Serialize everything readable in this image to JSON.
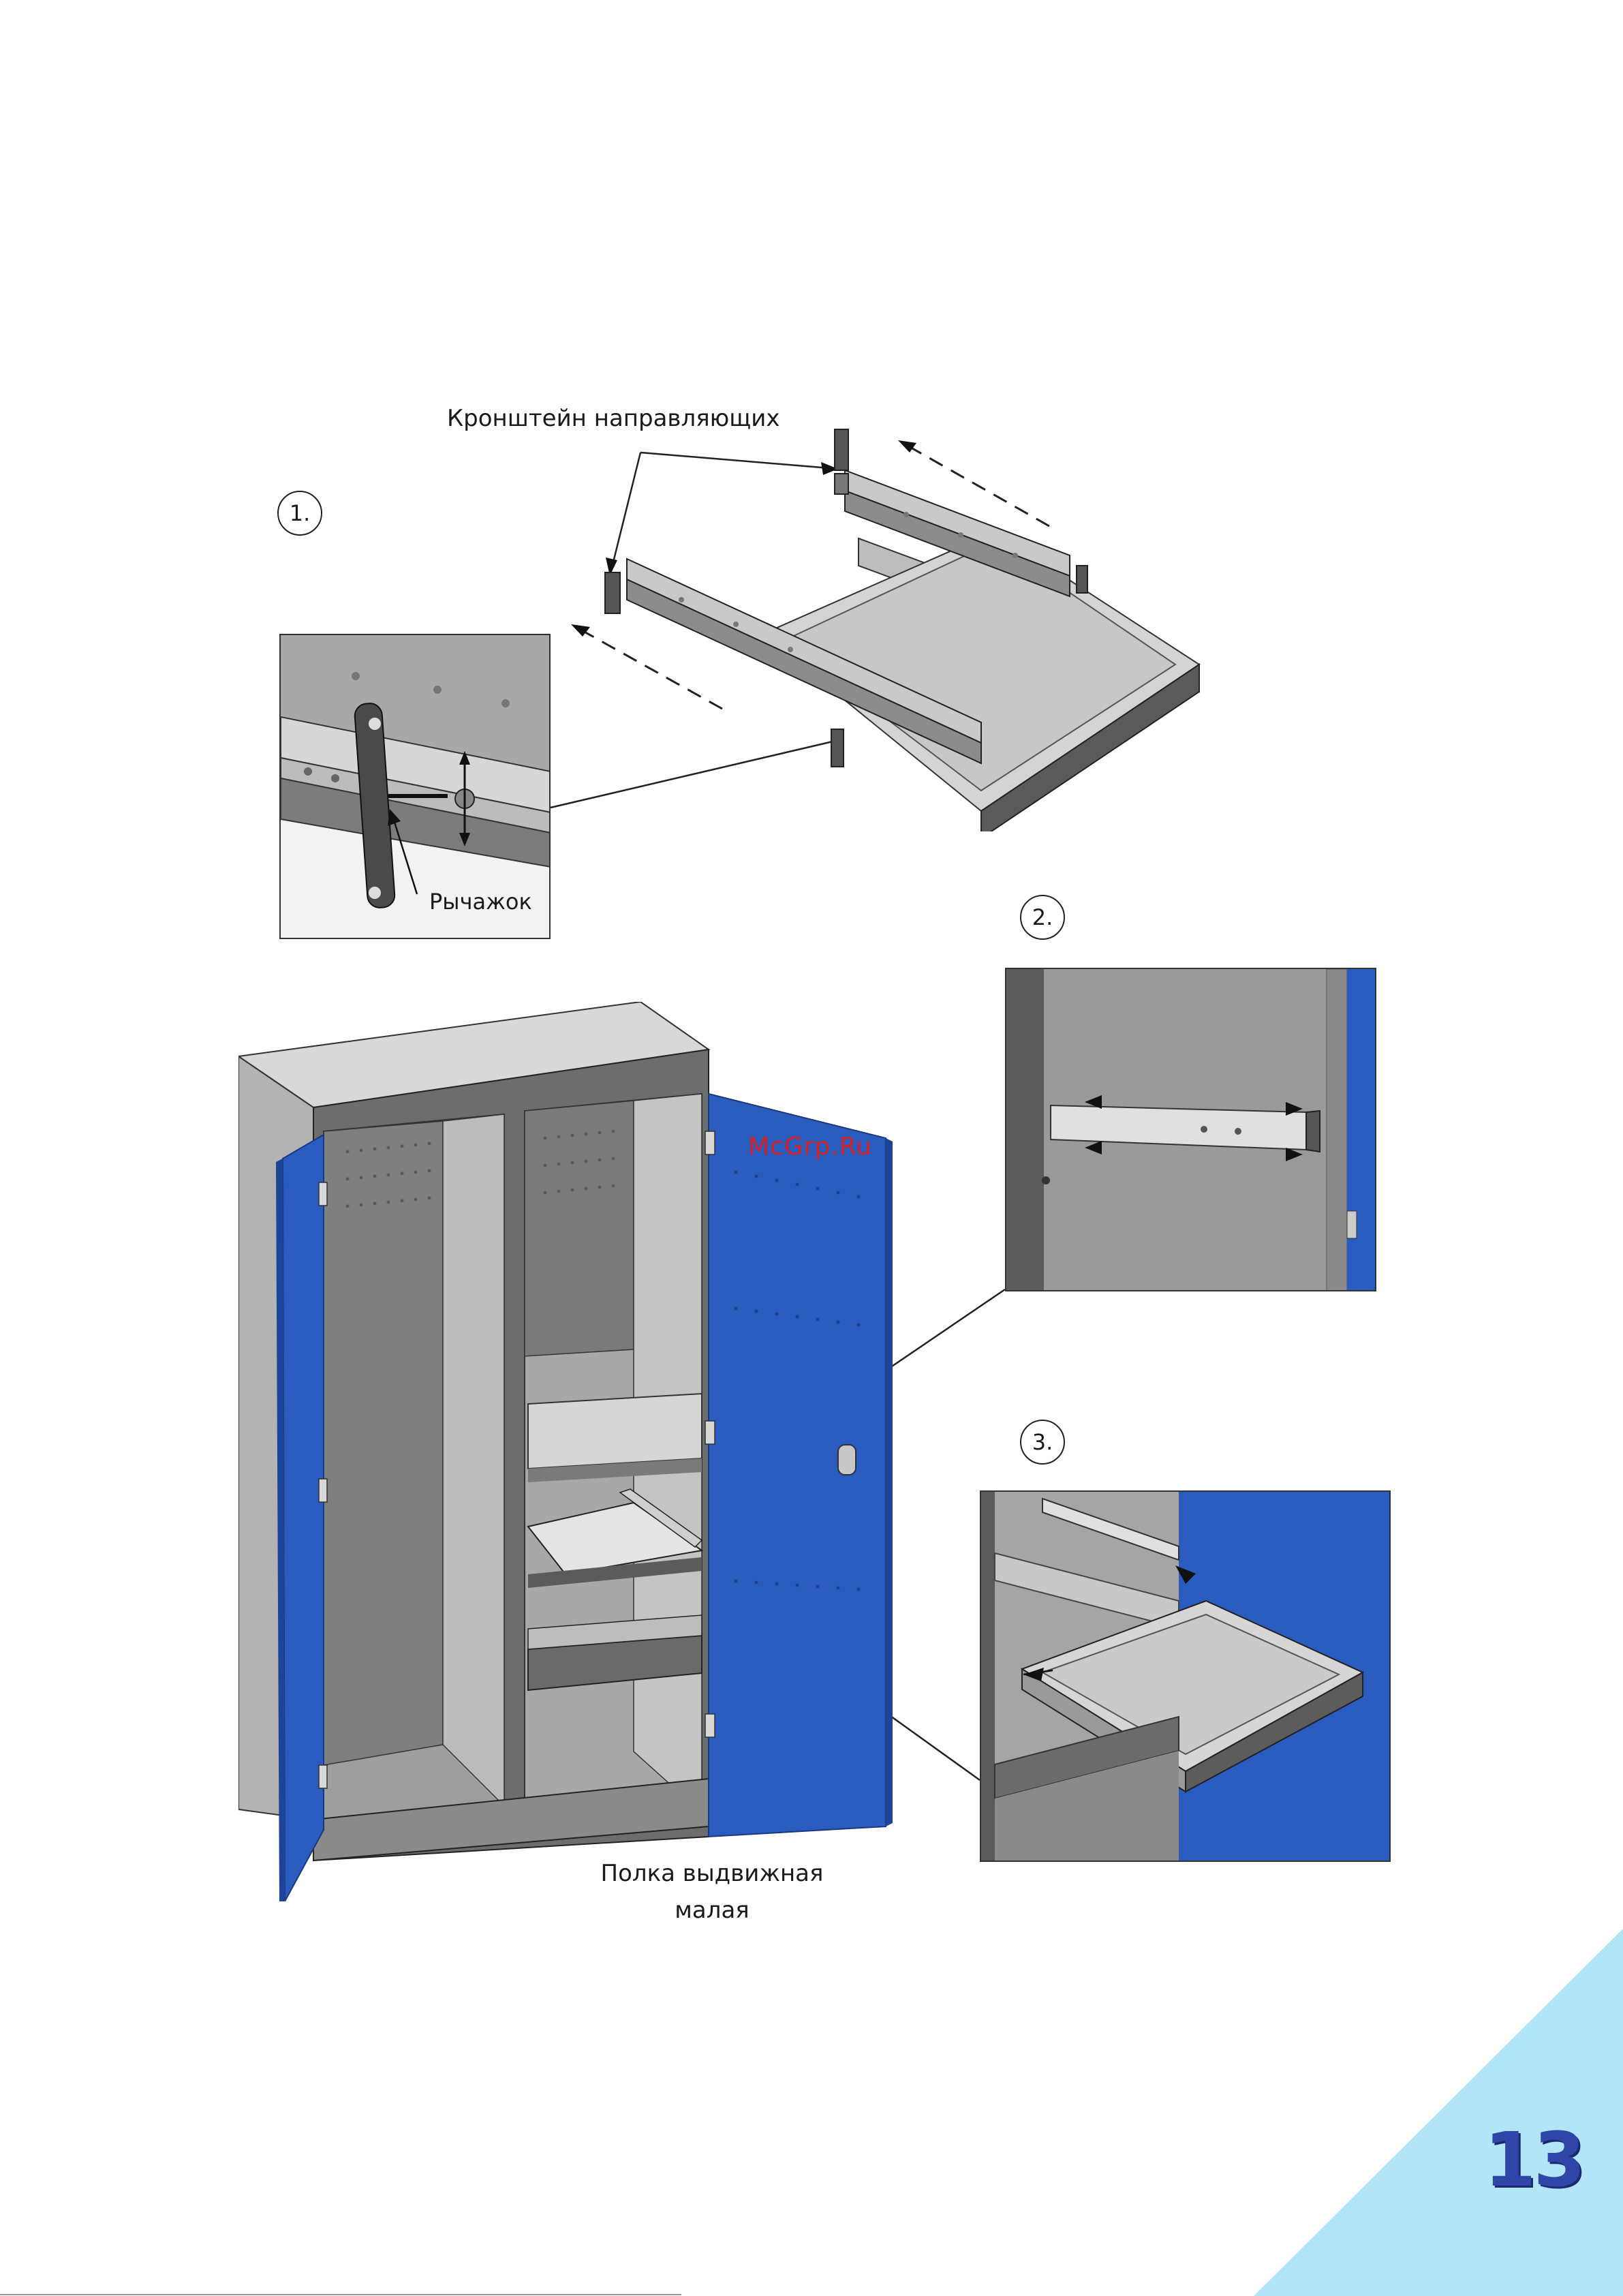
{
  "labels": {
    "rail_bracket": "Кронштейн направляющих",
    "lever": "Рычажок",
    "shelf_line1": "Полка выдвижная",
    "shelf_line2": "малая"
  },
  "steps": [
    "1.",
    "2.",
    "3."
  ],
  "watermark": "McGrp.Ru",
  "page_number": "13",
  "colors": {
    "door_blue": "#2a5bbf",
    "steel_grey": "#9a9a9a",
    "corner_cyan": "#b3e5f8",
    "page_number": "#2f45a8"
  }
}
